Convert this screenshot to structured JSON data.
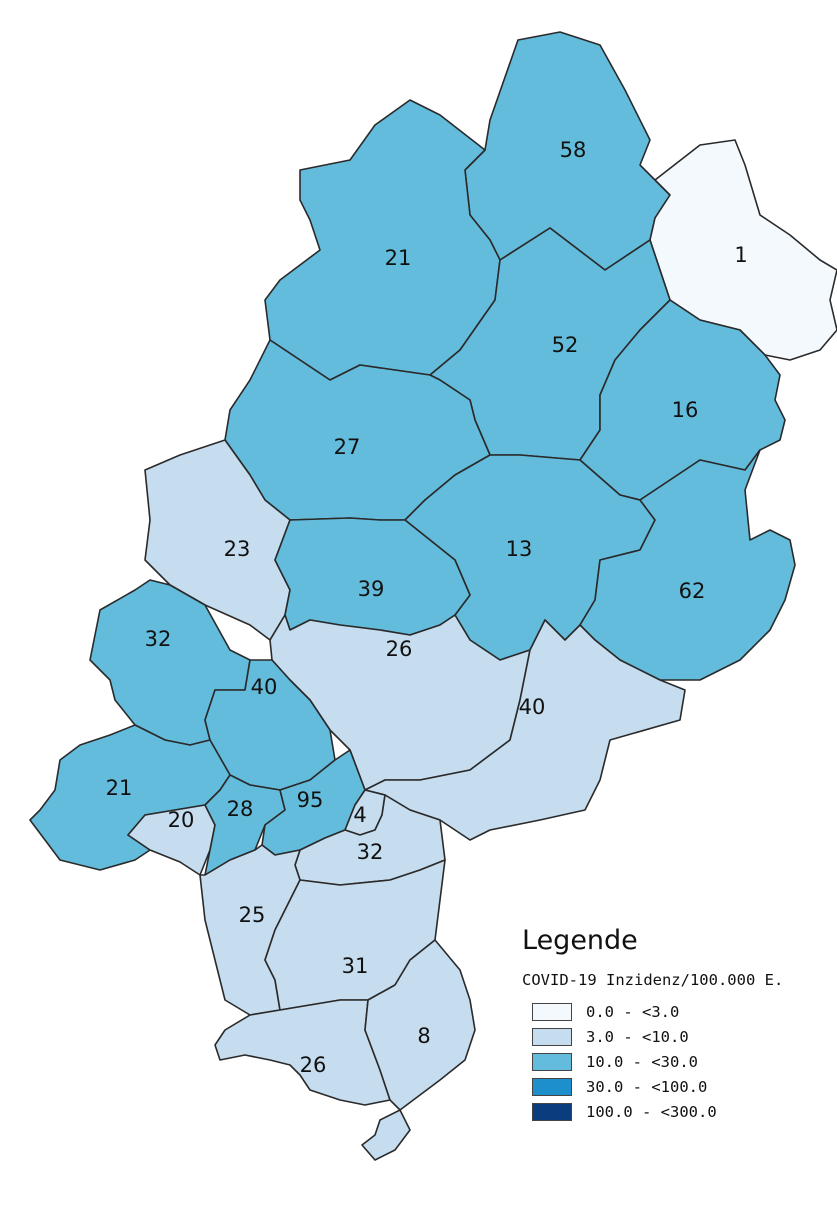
{
  "map": {
    "class_colors": [
      "#f4f9fd",
      "#c6dcef",
      "#64bcdc",
      "#1d8fca",
      "#0b3d7e"
    ],
    "districts": [
      {
        "value": "58",
        "class": 2
      },
      {
        "value": "1",
        "class": 0
      },
      {
        "value": "21",
        "class": 2
      },
      {
        "value": "52",
        "class": 2
      },
      {
        "value": "16",
        "class": 2
      },
      {
        "value": "27",
        "class": 2
      },
      {
        "value": "23",
        "class": 1
      },
      {
        "value": "13",
        "class": 2
      },
      {
        "value": "62",
        "class": 2
      },
      {
        "value": "39",
        "class": 2
      },
      {
        "value": "32",
        "class": 2
      },
      {
        "value": "26",
        "class": 1
      },
      {
        "value": "40",
        "class": 2
      },
      {
        "value": "40",
        "class": 1
      },
      {
        "value": "21",
        "class": 2
      },
      {
        "value": "20",
        "class": 1
      },
      {
        "value": "28",
        "class": 2
      },
      {
        "value": "95",
        "class": 2
      },
      {
        "value": "4",
        "class": 1
      },
      {
        "value": "32",
        "class": 1
      },
      {
        "value": "25",
        "class": 1
      },
      {
        "value": "31",
        "class": 1
      },
      {
        "value": "26",
        "class": 1
      },
      {
        "value": "8",
        "class": 1
      }
    ]
  },
  "legend": {
    "title": "Legende",
    "subtitle": "COVID-19 Inzidenz/100.000 E.",
    "classes": [
      {
        "label": "0.0 - <3.0",
        "color": "#f4f9fd"
      },
      {
        "label": "3.0 - <10.0",
        "color": "#c6dcef"
      },
      {
        "label": "10.0 - <30.0",
        "color": "#64bcdc"
      },
      {
        "label": "30.0 - <100.0",
        "color": "#1d8fca"
      },
      {
        "label": "100.0 - <300.0",
        "color": "#0b3d7e"
      }
    ]
  }
}
